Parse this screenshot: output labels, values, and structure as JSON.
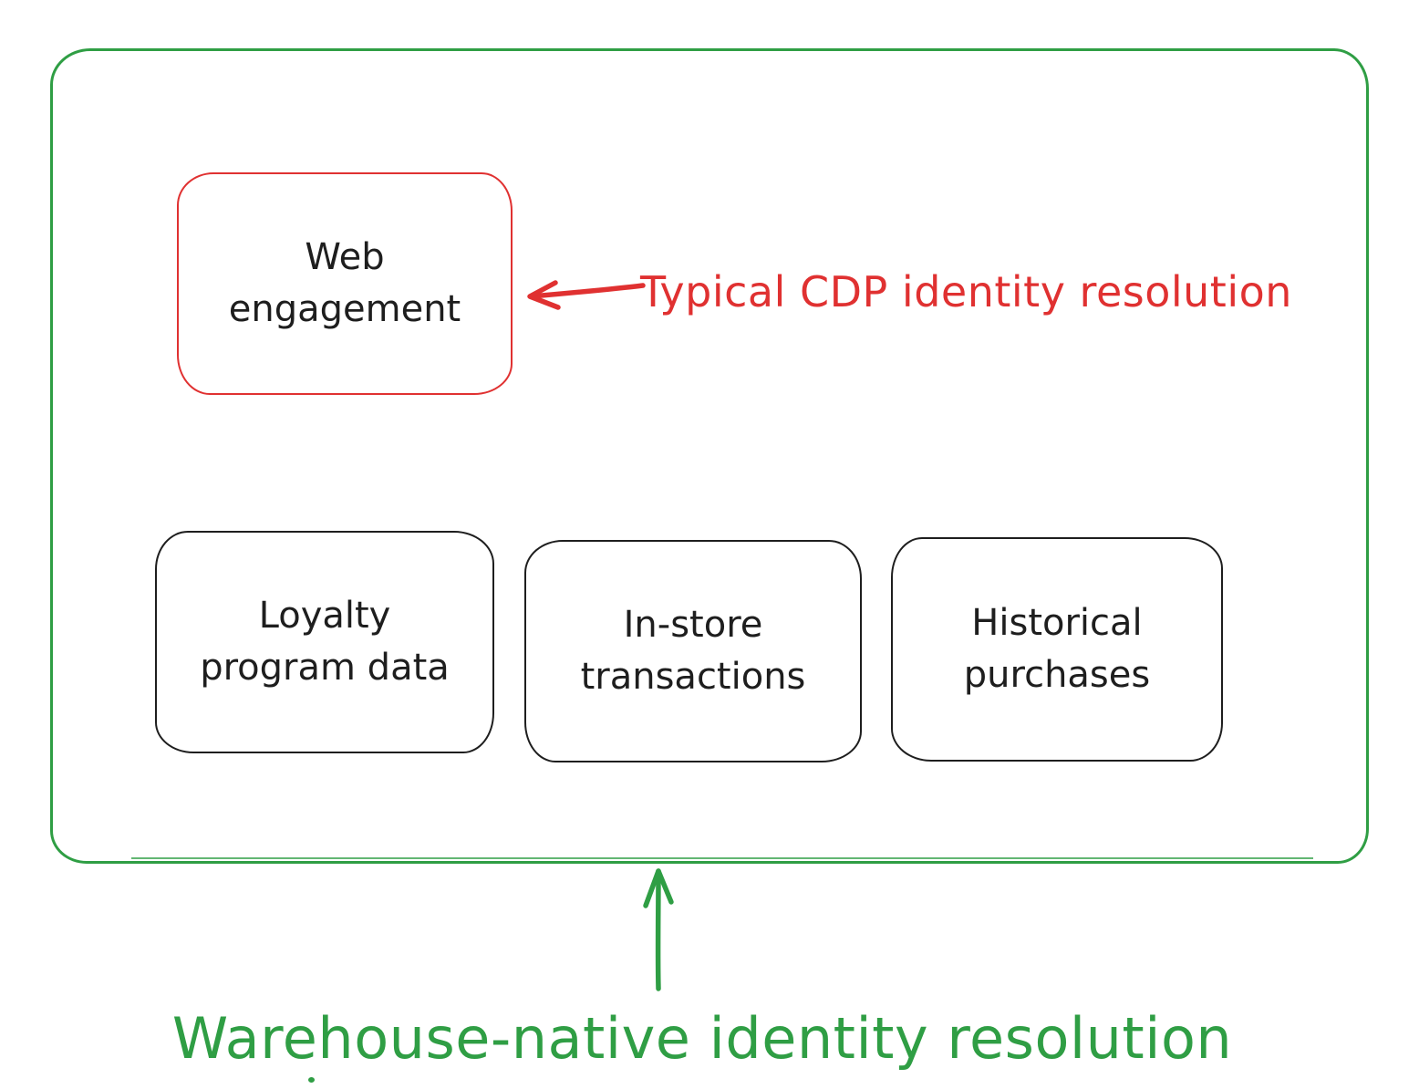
{
  "colors": {
    "green": "#2f9e44",
    "red": "#e03131",
    "ink": "#1e1e1e",
    "bg": "#ffffff"
  },
  "nodes": [
    {
      "id": "web-engagement",
      "lines": [
        "Web",
        "engagement"
      ],
      "stroke": "#e03131"
    },
    {
      "id": "loyalty-program-data",
      "lines": [
        "Loyalty",
        "program data"
      ],
      "stroke": "#1e1e1e"
    },
    {
      "id": "in-store-transactions",
      "lines": [
        "In-store",
        "transactions"
      ],
      "stroke": "#1e1e1e"
    },
    {
      "id": "historical-purchases",
      "lines": [
        "Historical",
        "purchases"
      ],
      "stroke": "#1e1e1e"
    }
  ],
  "annotations": {
    "cdp": {
      "label": "Typical CDP identity resolution",
      "color": "#e03131",
      "arrow_direction": "left",
      "points_to": "web-engagement"
    },
    "warehouse": {
      "label": "Warehouse-native identity resolution",
      "color": "#2f9e44",
      "arrow_direction": "up",
      "points_to": "outer-boundary-box"
    }
  }
}
